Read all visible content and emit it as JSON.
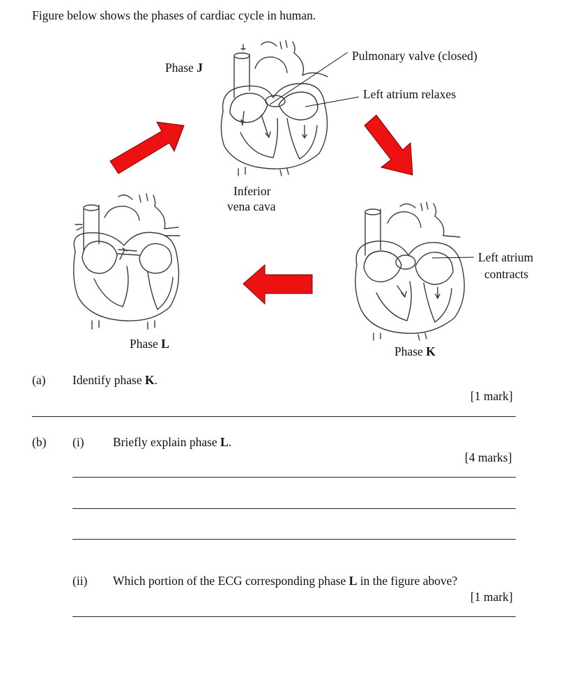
{
  "intro": "Figure below shows the phases of cardiac cycle in human.",
  "figure": {
    "phase_j": {
      "prefix": "Phase ",
      "letter": "J"
    },
    "phase_k": {
      "prefix": "Phase ",
      "letter": "K"
    },
    "phase_l": {
      "prefix": "Phase ",
      "letter": "L"
    },
    "labels": {
      "pulmonary_valve": "Pulmonary valve (closed)",
      "left_atrium_relaxes": "Left atrium relaxes",
      "inferior_line1": "Inferior",
      "inferior_line2": "vena cava",
      "left_atrium_contracts_line1": "Left atrium",
      "left_atrium_contracts_line2": "contracts"
    },
    "arrow_color": "#ee1111"
  },
  "questions": {
    "a": {
      "num": "(a)",
      "text_prefix": "Identify phase ",
      "letter": "K",
      "text_suffix": ".",
      "marks": "[1 mark]"
    },
    "b": {
      "num": "(b)",
      "i": {
        "num": "(i)",
        "text_prefix": "Briefly explain phase ",
        "letter": "L",
        "text_suffix": ".",
        "marks": "[4 marks]"
      },
      "ii": {
        "num": "(ii)",
        "text_prefix": "Which portion of the ECG corresponding phase ",
        "letter": "L",
        "text_suffix": " in the figure above?",
        "marks": "[1 mark]"
      }
    }
  }
}
